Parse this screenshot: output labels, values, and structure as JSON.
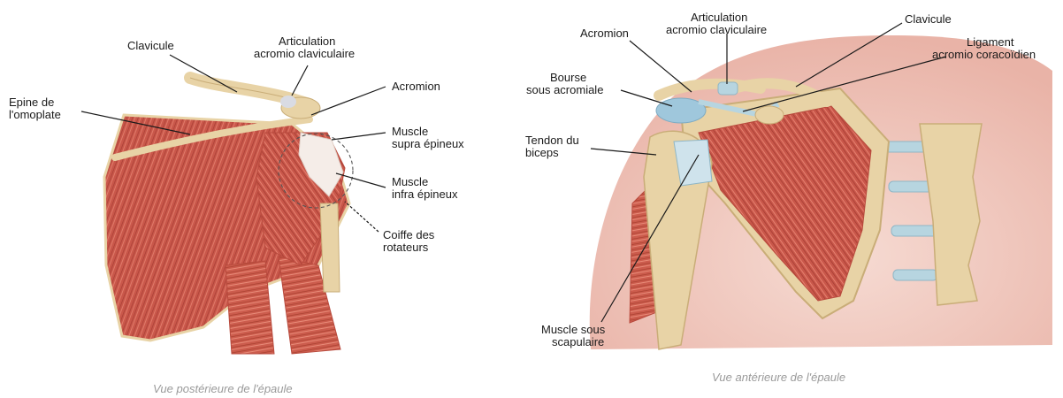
{
  "posterior": {
    "labels": {
      "clavicule": "Clavicule",
      "articulation": [
        "Articulation",
        "acromio claviculaire"
      ],
      "epine": [
        "Epine de",
        "l'omoplate"
      ],
      "acromion": "Acromion",
      "supra": [
        "Muscle",
        "supra épineux"
      ],
      "infra": [
        "Muscle",
        "infra épineux"
      ],
      "coiffe": [
        "Coiffe des",
        "rotateurs"
      ]
    },
    "caption": "Vue postérieure de l'épaule"
  },
  "anterior": {
    "labels": {
      "acromion": "Acromion",
      "articulation": [
        "Articulation",
        "acromio claviculaire"
      ],
      "clavicule": "Clavicule",
      "ligament": [
        "Ligament",
        "acromio coracoïdien"
      ],
      "bourse": [
        "Bourse",
        "sous acromiale"
      ],
      "tendon": [
        "Tendon du",
        "biceps"
      ],
      "sous_scap": [
        "Muscle sous",
        "scapulaire"
      ]
    },
    "caption": "Vue antérieure de l'épaule"
  },
  "colors": {
    "muscle": "#c9574a",
    "muscle_light": "#e28a78",
    "bone": "#e8d3a6",
    "bone_edge": "#c9ad78",
    "tendon": "#f3ece6",
    "bursa": "#9fc7dc",
    "skin": "#f2c9bf"
  }
}
